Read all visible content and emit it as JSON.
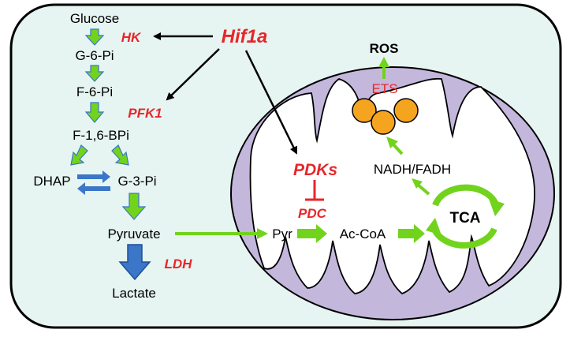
{
  "colors": {
    "cell_fill": "#e6f5f1",
    "mito_fill": "#c4b7dc",
    "matrix_fill": "#ffffff",
    "green_arrow": "#72d31c",
    "blue_arrow": "#3b76c8",
    "enzyme_red": "#e8262a",
    "ets_orange": "#f4a41f"
  },
  "glycolysis": {
    "glucose": "Glucose",
    "g6p": "G-6-Pi",
    "f6p": "F-6-Pi",
    "f16bp": "F-1,6-BPi",
    "dhap": "DHAP",
    "g3p": "G-3-Pi",
    "pyruvate": "Pyruvate",
    "lactate": "Lactate"
  },
  "enzymes": {
    "hif1a": "Hif1a",
    "hk": "HK",
    "pfk1": "PFK1",
    "ldh": "LDH",
    "pdks": "PDKs",
    "pdc": "PDC"
  },
  "mito": {
    "ros": "ROS",
    "ets": "ETS",
    "nadh": "NADH/FADH",
    "pyr": "Pyr",
    "acoa": "Ac-CoA",
    "tca": "TCA"
  }
}
